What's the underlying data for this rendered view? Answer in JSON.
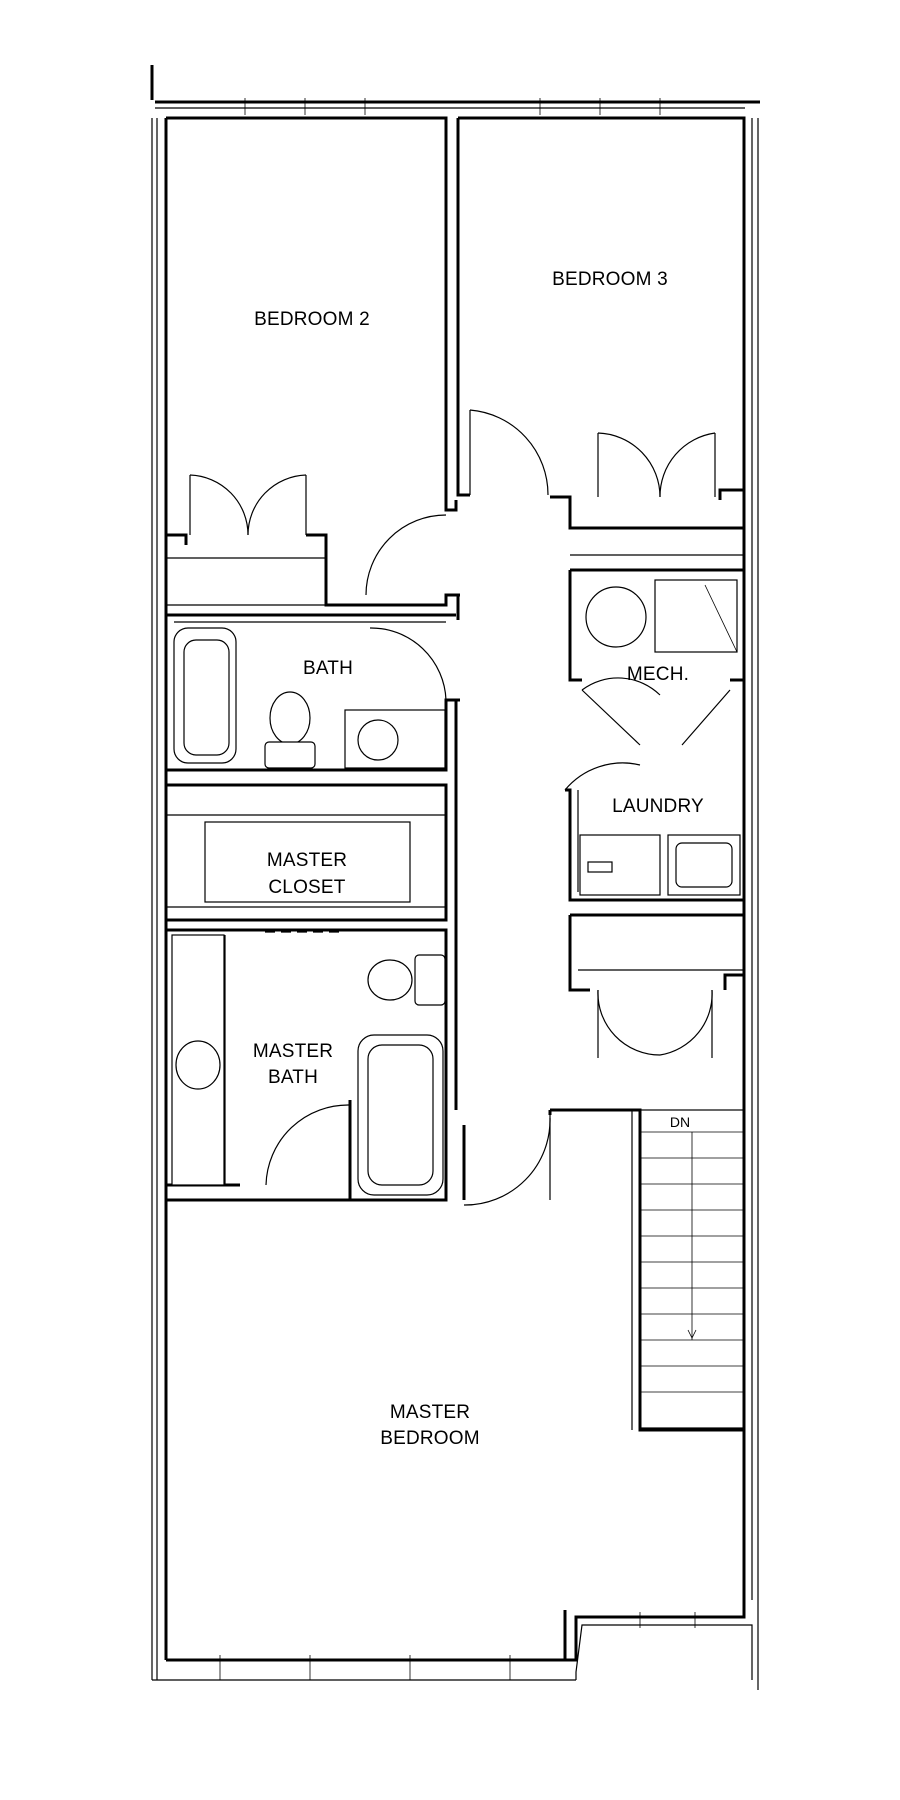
{
  "rooms": {
    "bedroom2": "BEDROOM 2",
    "bedroom3": "BEDROOM 3",
    "bath": "BATH",
    "mech": "MECH.",
    "laundry": "LAUNDRY",
    "master_closet_line1": "MASTER",
    "master_closet_line2": "CLOSET",
    "master_bath_line1": "MASTER",
    "master_bath_line2": "BATH",
    "master_bedroom_line1": "MASTER",
    "master_bedroom_line2": "BEDROOM"
  },
  "stairs": {
    "direction_label": "DN"
  }
}
